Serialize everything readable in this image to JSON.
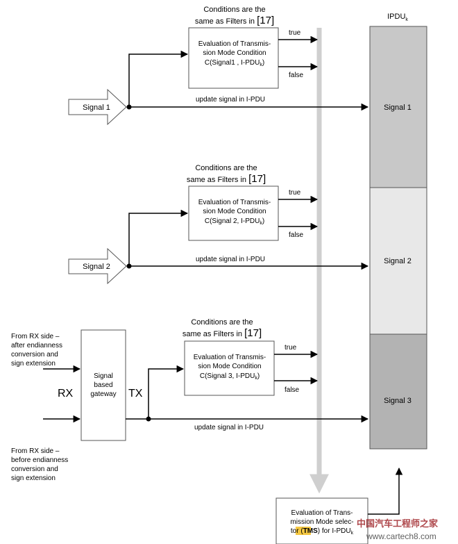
{
  "ipdu_label": "IPDU",
  "ipdu_sub": "k",
  "ipdu_segments": [
    {
      "label": "Signal 1",
      "color": "#c8c8c8"
    },
    {
      "label": "Signal 2",
      "color": "#e8e8e8"
    },
    {
      "label": "Signal 3",
      "color": "#b3b3b3"
    }
  ],
  "groups": [
    {
      "conditions_line1": "Conditions are the",
      "conditions_line2": "same as Filters in",
      "ref": "[17]",
      "eval_lines": [
        "Evaluation of Transmis-",
        "sion Mode Condition"
      ],
      "eval_sig_prefix": "C(Signal1 , I-PDU",
      "eval_sig_sub": "k",
      "eval_sig_suffix": ")",
      "true_label": "true",
      "false_label": "false",
      "update_label": "update signal in I-PDU",
      "input_label": "Signal 1"
    },
    {
      "conditions_line1": "Conditions are the",
      "conditions_line2": "same as Filters in",
      "ref": "[17]",
      "eval_lines": [
        "Evaluation of Transmis-",
        "sion Mode Condition"
      ],
      "eval_sig_prefix": "C(Signal 2, I-PDU",
      "eval_sig_sub": "k",
      "eval_sig_suffix": ")",
      "true_label": "true",
      "false_label": "false",
      "update_label": "update signal in I-PDU",
      "input_label": "Signal 2"
    },
    {
      "conditions_line1": "Conditions are the",
      "conditions_line2": "same as Filters in",
      "ref": "[17]",
      "eval_lines": [
        "Evaluation of Transmis-",
        "sion Mode Condition"
      ],
      "eval_sig_prefix": "C(Signal 3, I-PDU",
      "eval_sig_sub": "k",
      "eval_sig_suffix": ")",
      "true_label": "true",
      "false_label": "false",
      "update_label": "update signal in I-PDU"
    }
  ],
  "gateway": {
    "lines": [
      "Signal",
      "based",
      "gateway"
    ],
    "rx": "RX",
    "tx": "TX",
    "from_rx_after": [
      "From RX side –",
      "after endianness",
      "conversion and",
      "sign extension"
    ],
    "from_rx_before": [
      "From RX side –",
      "before endianness",
      "conversion and",
      "sign extension"
    ]
  },
  "tms_box": {
    "line1": "Evaluation of Trans-",
    "line2": "mission Mode selec-",
    "line3_prefix": "tor (",
    "line3_highlight": "TMS",
    "line3_suffix": ") for I-PDU",
    "line3_sub": "k",
    "highlight_color": "#f5c842"
  },
  "watermark": {
    "line1": "中国汽车工程师之家",
    "line2": "www.cartech8.com"
  }
}
